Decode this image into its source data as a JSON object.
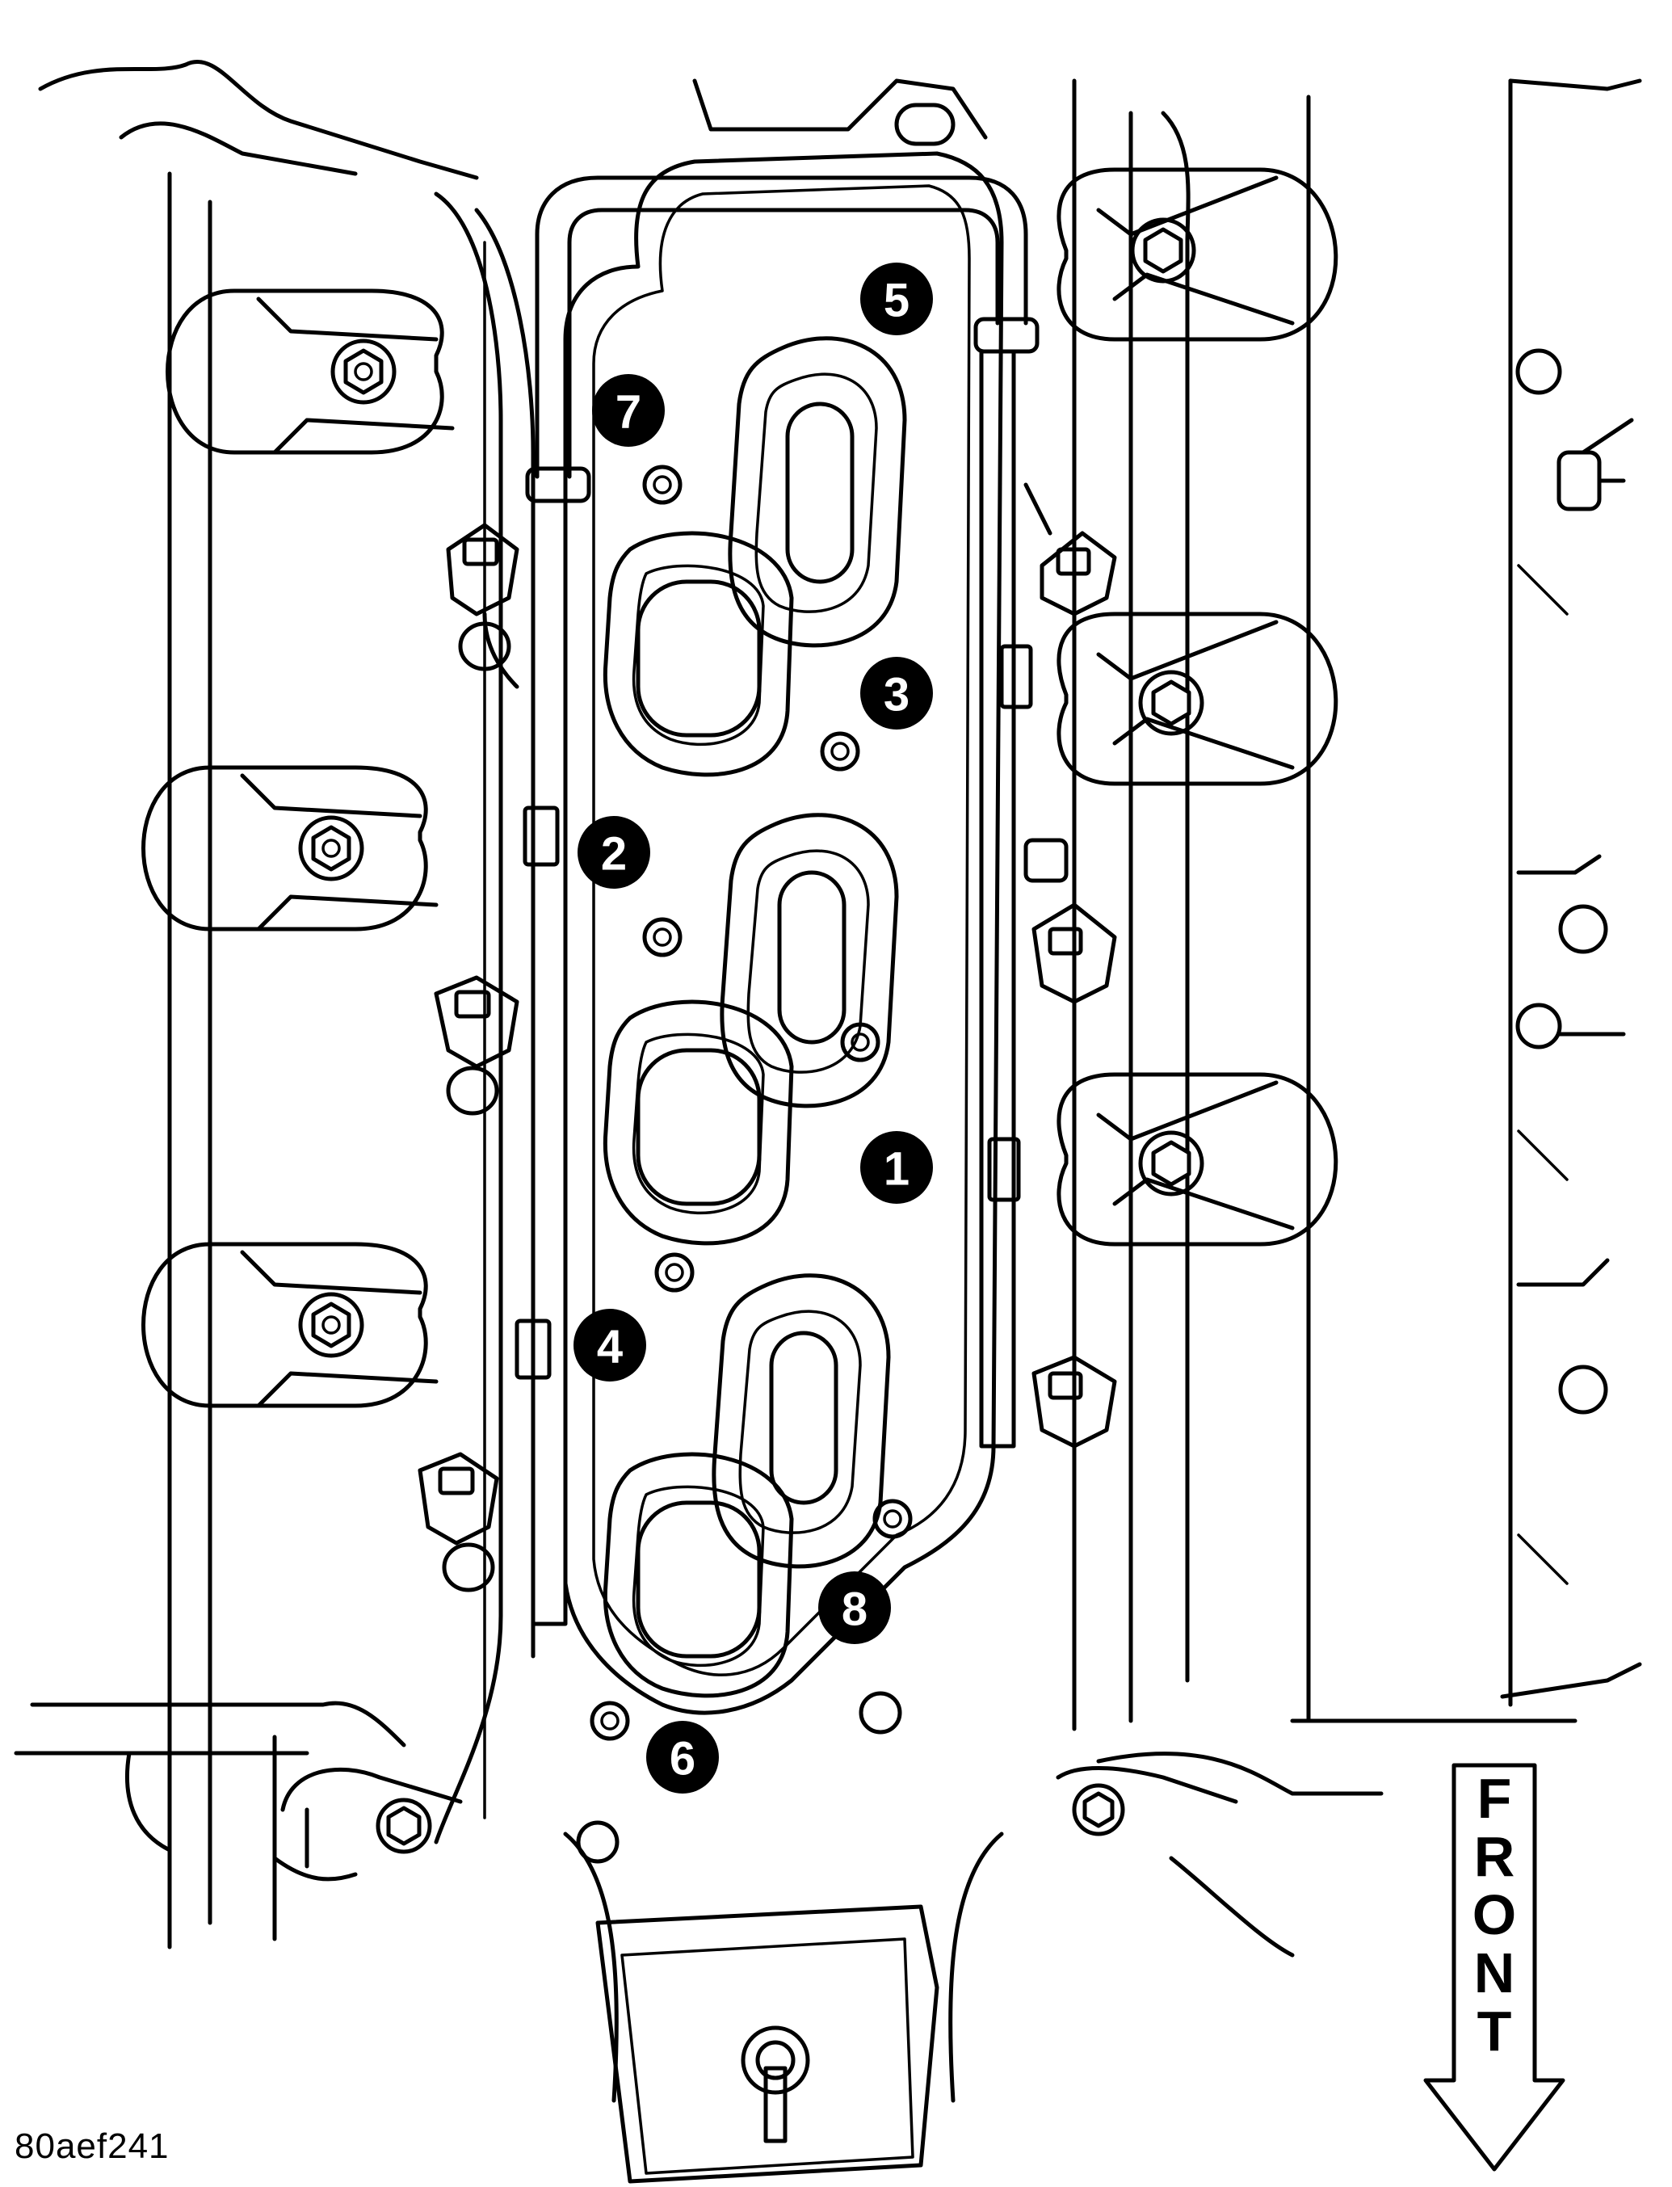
{
  "figure_id": "80aef241",
  "direction_label": "FRONT",
  "sequence_markers": [
    "1",
    "2",
    "3",
    "4",
    "5",
    "6",
    "7",
    "8"
  ],
  "colors": {
    "line": "#000000",
    "background": "#ffffff",
    "marker_fill": "#000000",
    "marker_text": "#ffffff"
  }
}
